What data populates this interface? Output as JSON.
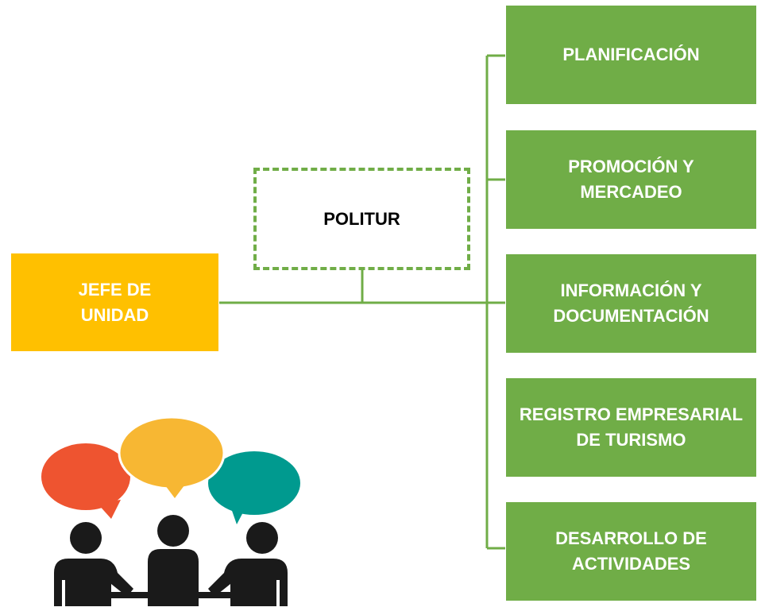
{
  "diagram": {
    "head": {
      "label": "JEFE DE\nUNIDAD",
      "color": "#ffc000"
    },
    "advisor": {
      "label": "POLITUR",
      "border_color": "#70ad47"
    },
    "units": [
      {
        "label": "PLANIFICACIÓN"
      },
      {
        "label": "PROMOCIÓN Y\nMERCADEO"
      },
      {
        "label": "INFORMACIÓN Y\nDOCUMENTACIÓN"
      },
      {
        "label": "REGISTRO EMPRESARIAL\nDE TURISMO"
      },
      {
        "label": "DESARROLLO DE\nACTIVIDADES"
      }
    ],
    "unit_color": "#70ad47",
    "connector_color": "#70ad47"
  },
  "illustration": {
    "icon": "meeting-people-speech-bubbles-icon",
    "colors": {
      "left_bubble": "#ee5430",
      "center_bubble": "#f7b733",
      "right_bubble": "#009a8f",
      "people": "#1a1a1a"
    }
  }
}
